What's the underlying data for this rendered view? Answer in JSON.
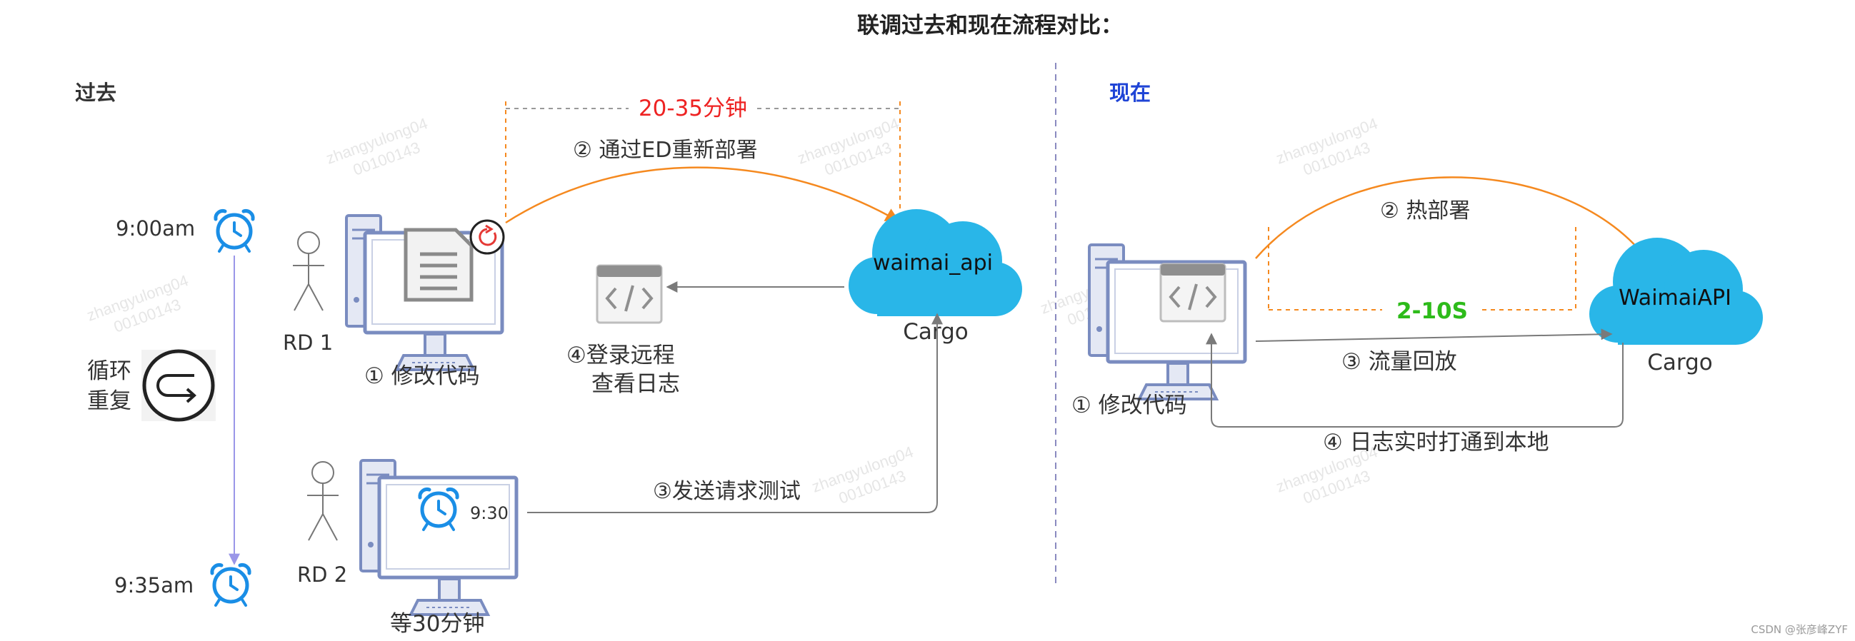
{
  "title": "联调过去和现在流程对比：",
  "past": {
    "heading": "过去",
    "time_start": "9:00am",
    "time_end": "9:35am",
    "loop_label_line1": "循环",
    "loop_label_line2": "重复",
    "rd1_label": "RD 1",
    "rd2_label": "RD 2",
    "duration_label": "20-35分钟",
    "step1": "① 修改代码",
    "step2": "② 通过ED重新部署",
    "step3": "③发送请求测试",
    "step4_line1": "④登录远程",
    "step4_line2": "查看日志",
    "cloud_label": "waimai_api",
    "cargo_label": "Cargo",
    "clock_time": "9:30",
    "wait_label": "等30分钟"
  },
  "now": {
    "heading": "现在",
    "step1": "① 修改代码",
    "step2": "② 热部署",
    "step3": "③ 流量回放",
    "step4": "④ 日志实时打通到本地",
    "duration_label": "2-10S",
    "cloud_label": "WaimaiAPI",
    "cargo_label": "Cargo"
  },
  "watermark": {
    "line1": "zhangyulong04",
    "line2": "00100143"
  },
  "credit": "CSDN @张彦峰ZYF",
  "colors": {
    "cloud": "#29b6e8",
    "orange": "#f5891f",
    "red": "#ee2222",
    "green": "#2dbb1a",
    "blue": "#1f44d6",
    "computer": "#7a8cc0",
    "gray_arrow": "#7a7a7a",
    "timeline": "#9a96e8"
  }
}
